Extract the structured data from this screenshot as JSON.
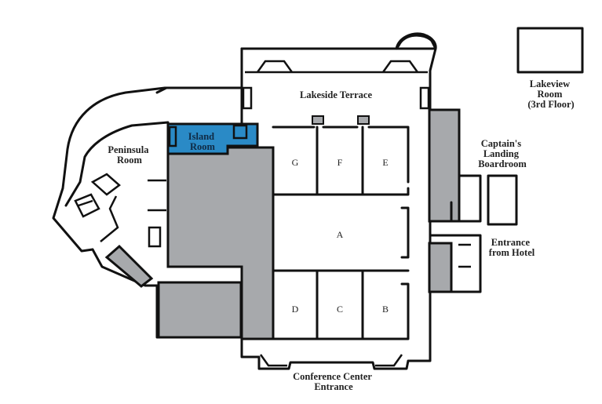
{
  "colors": {
    "wall": "#111111",
    "service_area": "#a7a9ac",
    "highlight": "#2a8ac6",
    "background": "#ffffff"
  },
  "labels": {
    "lakeside_terrace": "Lakeside Terrace",
    "lakeview_room": [
      "Lakeview",
      "Room",
      "(3rd Floor)"
    ],
    "captains_landing": [
      "Captain's",
      "Landing",
      "Boardroom"
    ],
    "entrance_hotel": [
      "Entrance",
      "from Hotel"
    ],
    "conference_entrance": [
      "Conference Center",
      "Entrance"
    ],
    "peninsula_room": [
      "Peninsula",
      "Room"
    ],
    "island_room": [
      "Island",
      "Room"
    ]
  },
  "rooms": {
    "G": "G",
    "F": "F",
    "E": "E",
    "A": "A",
    "D": "D",
    "C": "C",
    "B": "B"
  },
  "highlighted_room": "Island Room"
}
